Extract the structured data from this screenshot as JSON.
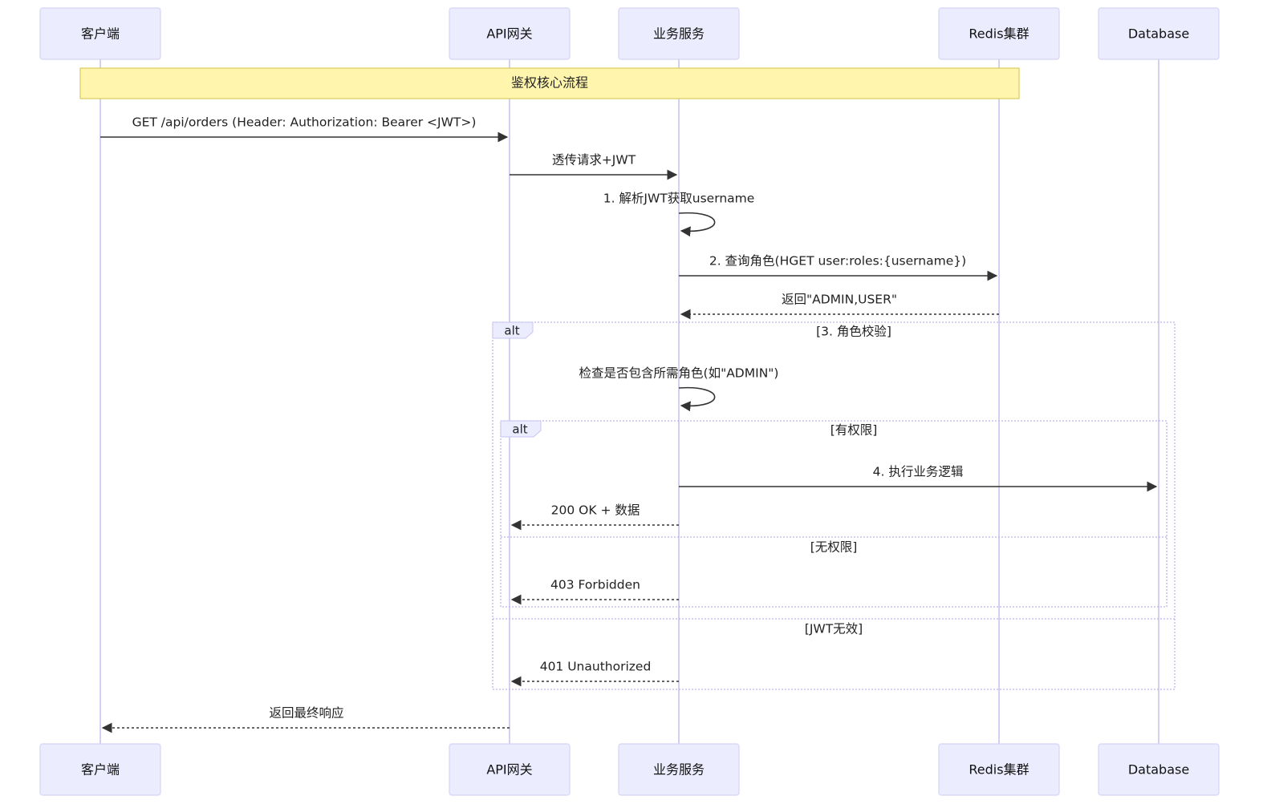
{
  "participants": [
    {
      "id": "client",
      "label": "客户端"
    },
    {
      "id": "gateway",
      "label": "API网关"
    },
    {
      "id": "service",
      "label": "业务服务"
    },
    {
      "id": "redis",
      "label": "Redis集群"
    },
    {
      "id": "db",
      "label": "Database"
    }
  ],
  "note": {
    "text": "鉴权核心流程",
    "over": [
      "client",
      "redis"
    ]
  },
  "messages": [
    {
      "id": "m1",
      "from": "client",
      "to": "gateway",
      "style": "solid",
      "text": "GET /api/orders (Header: Authorization: Bearer <JWT>)"
    },
    {
      "id": "m2",
      "from": "gateway",
      "to": "service",
      "style": "solid",
      "text": "透传请求+JWT"
    },
    {
      "id": "m3",
      "from": "service",
      "to": "service",
      "style": "solid",
      "text": "1. 解析JWT获取username"
    },
    {
      "id": "m4",
      "from": "service",
      "to": "redis",
      "style": "solid",
      "text": "2. 查询角色(HGET user:roles:{username})"
    },
    {
      "id": "m5",
      "from": "redis",
      "to": "service",
      "style": "dotted",
      "text": "返回\"ADMIN,USER\""
    },
    {
      "id": "m6",
      "from": "service",
      "to": "service",
      "style": "solid",
      "text": "检查是否包含所需角色(如\"ADMIN\")"
    },
    {
      "id": "m7",
      "from": "service",
      "to": "db",
      "style": "solid",
      "text": "4. 执行业务逻辑"
    },
    {
      "id": "m8",
      "from": "service",
      "to": "gateway",
      "style": "dotted",
      "text": "200 OK + 数据"
    },
    {
      "id": "m9",
      "from": "service",
      "to": "gateway",
      "style": "dotted",
      "text": "403 Forbidden"
    },
    {
      "id": "m10",
      "from": "service",
      "to": "gateway",
      "style": "dotted",
      "text": "401 Unauthorized"
    },
    {
      "id": "m11",
      "from": "gateway",
      "to": "client",
      "style": "dotted",
      "text": "返回最终响应"
    }
  ],
  "frames": [
    {
      "id": "outer",
      "keyword": "alt",
      "sections": [
        "[3. 角色校验]",
        "[JWT无效]"
      ]
    },
    {
      "id": "inner",
      "keyword": "alt",
      "sections": [
        "[有权限]",
        "[无权限]"
      ]
    }
  ]
}
